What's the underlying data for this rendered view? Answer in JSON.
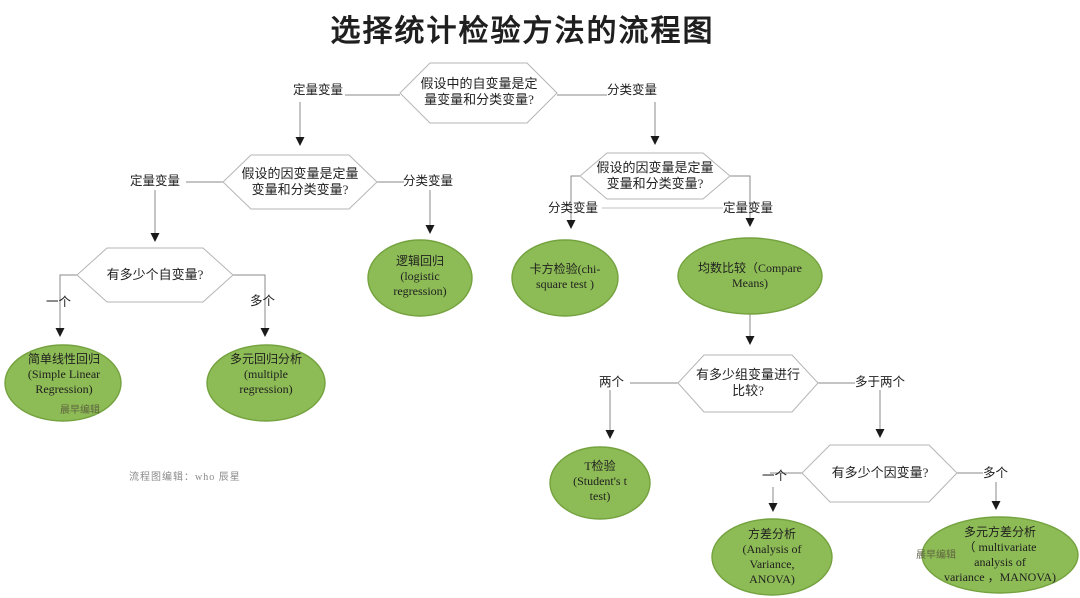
{
  "title": "选择统计检验方法的流程图",
  "caption": "流程图编辑：who 辰星",
  "watermark": "晨早编辑",
  "colors": {
    "ellipse_fill": "#8dbb55",
    "ellipse_border": "#74a23f",
    "hexagon_border": "#b5b5b5",
    "line": "#8a8a8a",
    "arrow": "#1a1a1a"
  },
  "nodes": {
    "q_top": {
      "lines": [
        "假设中的自变量是定",
        "量变量和分类变量?"
      ]
    },
    "q_dep_left": {
      "lines": [
        "假设的因变量是定量",
        "变量和分类变量?"
      ]
    },
    "q_dep_right": {
      "lines": [
        "假设的因变量是定量",
        "变量和分类变量?"
      ]
    },
    "q_num_iv": {
      "lines": [
        "有多少个自变量?"
      ]
    },
    "q_num_groups": {
      "lines": [
        "有多少组变量进行",
        "比较?"
      ]
    },
    "q_num_dv": {
      "lines": [
        "有多少个因变量?"
      ]
    },
    "slr": {
      "lines": [
        "简单线性回归",
        "(Simple Linear",
        "Regression)"
      ]
    },
    "mr": {
      "lines": [
        "多元回归分析",
        "(multiple",
        "regression)"
      ]
    },
    "lr": {
      "lines": [
        "逻辑回归",
        "(logistic",
        "regression)"
      ]
    },
    "chi": {
      "lines": [
        "卡方检验(chi-",
        "square test )"
      ]
    },
    "cm": {
      "lines": [
        "均数比较（Compare",
        "Means)"
      ]
    },
    "t": {
      "lines": [
        "T检验",
        "(Student's t",
        "test)"
      ]
    },
    "anova": {
      "lines": [
        "方差分析",
        "(Analysis of",
        "Variance,",
        "ANOVA)"
      ]
    },
    "manova": {
      "lines": [
        "多元方差分析",
        "（ multivariate",
        "analysis of",
        "variance ，MANOVA)"
      ]
    }
  },
  "labels": {
    "top_left": "定量变量",
    "top_right": "分类变量",
    "dep_left_left": "定量变量",
    "dep_left_right": "分类变量",
    "dep_right_left": "分类变量",
    "dep_right_right": "定量变量",
    "iv_one": "一个",
    "iv_many": "多个",
    "groups_two": "两个",
    "groups_more": "多于两个",
    "dv_one": "一个",
    "dv_many": "多个"
  }
}
